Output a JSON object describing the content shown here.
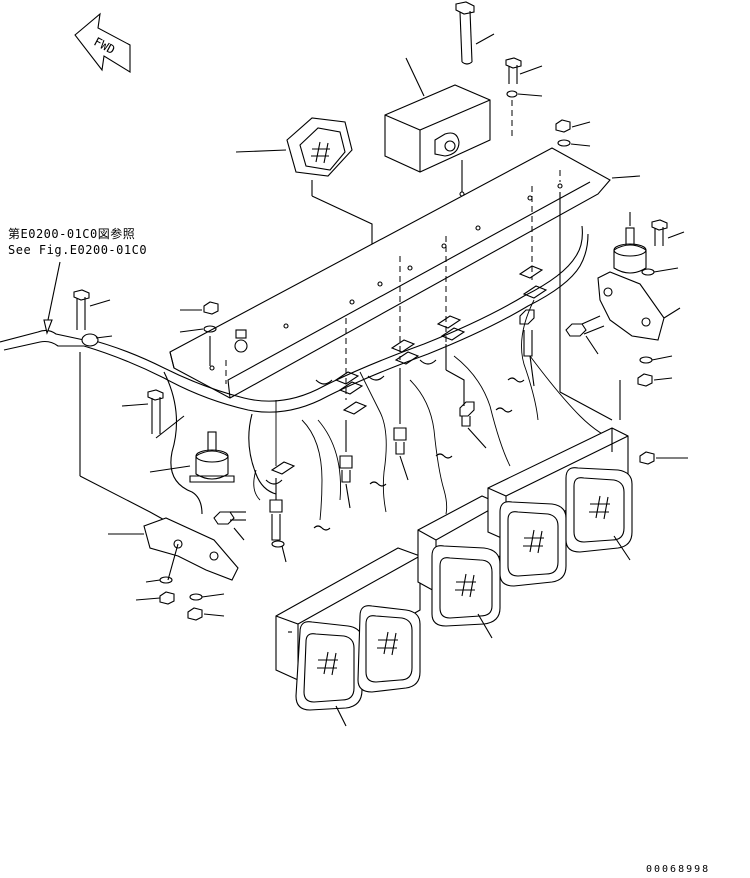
{
  "direction_arrow": {
    "label": "FWD",
    "icon": "forward-arrow-icon"
  },
  "reference_note": {
    "japanese": "第E0200-01C0図参照",
    "english": "See Fig.E0200-01C0"
  },
  "drawing_number": "00068998",
  "parts": {
    "work_lamp": "grid-hash-icon",
    "horn_box": "box-housing",
    "headlamp_units": 5
  }
}
